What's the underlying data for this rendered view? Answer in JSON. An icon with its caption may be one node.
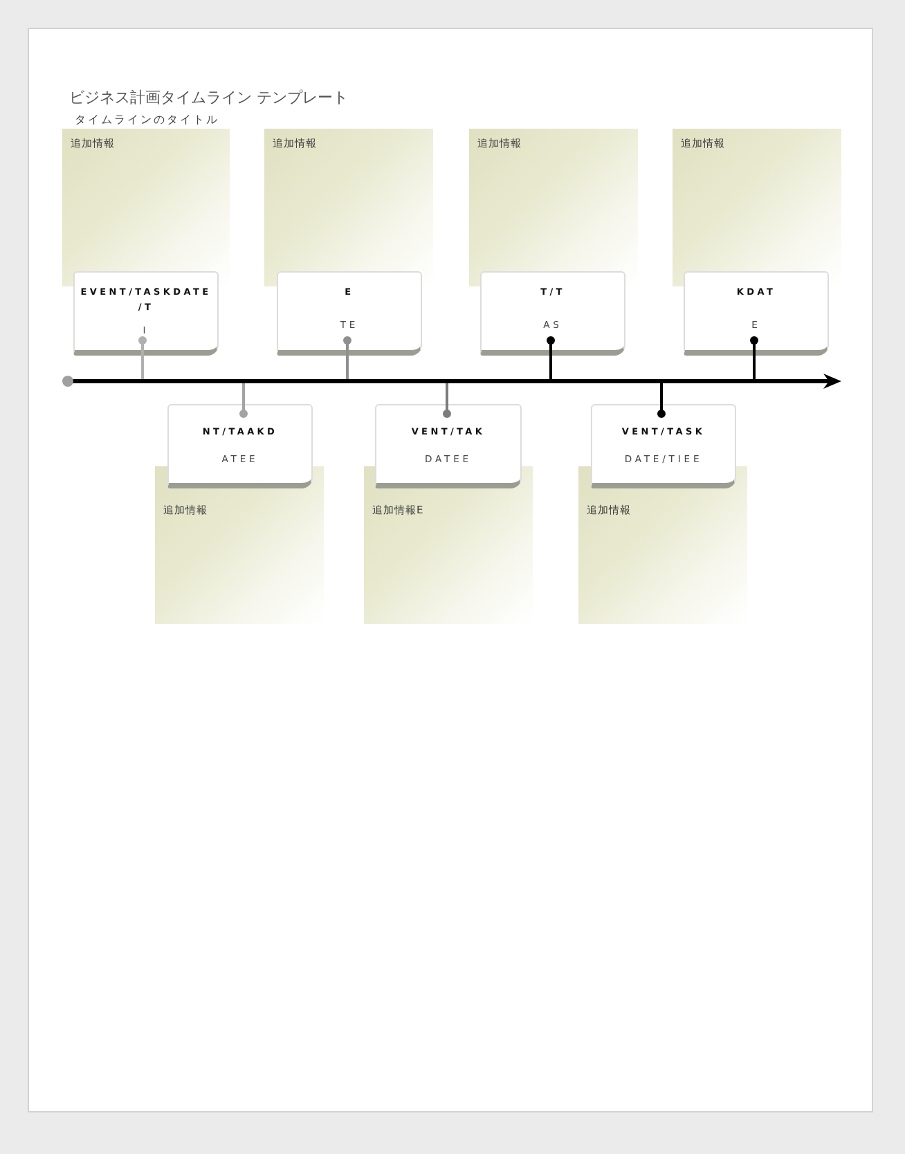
{
  "diagram": {
    "title": "ビジネス計画タイムライン テンプレート",
    "nodes": [
      {
        "text": [
          "追加情報"
        ]
      },
      {
        "text": [
          "追加情報"
        ]
      },
      {
        "text": [
          "追加情報"
        ]
      },
      {
        "text": [
          "追加情報"
        ]
      },
      {
        "text": [
          "EVENT/TASKDATE/T",
          "I"
        ]
      },
      {
        "text": [
          "E",
          "TE"
        ]
      },
      {
        "text": [
          "T/T",
          "AS"
        ]
      },
      {
        "text": [
          "KDAT",
          "E"
        ]
      },
      {
        "text": [],
        "shape": "arrow"
      },
      {
        "text": [
          "NT/TAAKD",
          "ATEE"
        ]
      },
      {
        "text": [
          "VENT/TAK",
          "DATEE"
        ]
      },
      {
        "text": [
          "VENT/TASK",
          "DATE/TIEE"
        ]
      },
      {
        "text": [
          "追加情報"
        ]
      },
      {
        "text": [
          "追加情報E"
        ]
      },
      {
        "text": [
          "追加情報"
        ]
      }
    ],
    "edges": [
      {
        "from": 4,
        "to": 8,
        "arrow": "other",
        "color": "#b0b0b0"
      },
      {
        "from": 5,
        "to": 8,
        "arrow": "other",
        "color": "#8f8f8f"
      },
      {
        "from": 6,
        "to": 8,
        "arrow": "other"
      },
      {
        "from": 7,
        "to": 8,
        "arrow": "other"
      },
      {
        "from": 9,
        "to": 8,
        "arrow": "other",
        "color": "#a3a3a3"
      },
      {
        "from": 10,
        "to": 8,
        "arrow": "other",
        "color": "#7d7d7d"
      },
      {
        "from": 11,
        "to": 8,
        "arrow": "other"
      }
    ],
    "labels": [
      "タイムラインのタイトル"
    ]
  }
}
